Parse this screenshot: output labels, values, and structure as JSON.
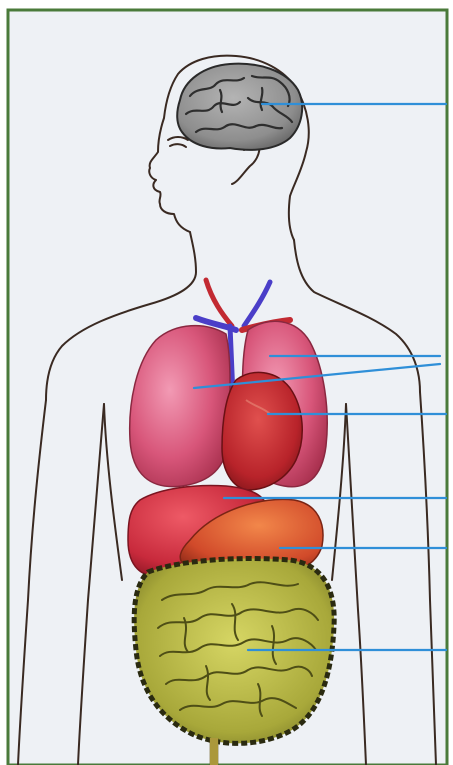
{
  "diagram": {
    "colors": {
      "border": "#4a7a3a",
      "background": "#eef1f5",
      "outline": "#3a2a22",
      "leader": "#2f8fd8",
      "brain": "#8e8e8e",
      "lung": "#d8567a",
      "heart": "#b8232a",
      "liver": "#c82a3c",
      "stomach": "#d14a2a",
      "intestine": "#a8a83a",
      "artery": "#c22a32",
      "vein": "#4a3ec8"
    },
    "organs": [
      {
        "id": "brain",
        "icon": "brain-icon"
      },
      {
        "id": "lungs",
        "icon": "lungs-icon"
      },
      {
        "id": "heart",
        "icon": "heart-icon"
      },
      {
        "id": "liver",
        "icon": "liver-icon"
      },
      {
        "id": "stomach",
        "icon": "stomach-icon"
      },
      {
        "id": "intestines",
        "icon": "intestines-icon"
      }
    ]
  }
}
